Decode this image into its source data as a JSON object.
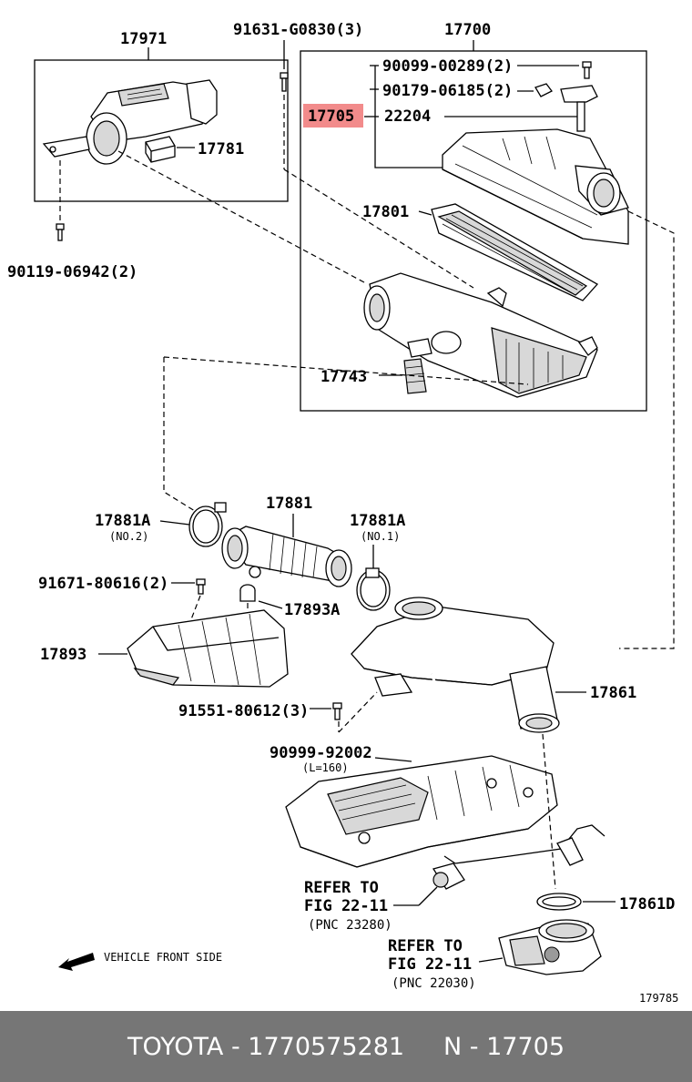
{
  "labels": {
    "l17971": "17971",
    "l17781": "17781",
    "l90119": "90119-06942(2)",
    "l91631": "91631-G0830(3)",
    "l17700": "17700",
    "l90099a": "90099-00289(2)",
    "l90179": "90179-06185(2)",
    "l17705": "17705",
    "l22204": "22204",
    "l17801": "17801",
    "l17743": "17743",
    "l17881A_2": "17881A",
    "l_no2": "(NO.2)",
    "l17881": "17881",
    "l17881A_1": "17881A",
    "l_no1": "(NO.1)",
    "l91671": "91671-80616(2)",
    "l17893A": "17893A",
    "l17893": "17893",
    "l91551": "91551-80612(3)",
    "l17861": "17861",
    "l90999": "90999-92002",
    "l_len": "(L=160)",
    "l_refer1a": "REFER TO",
    "l_refer1b": "FIG 22-11",
    "l_refer1c": "(PNC 23280)",
    "l17861D": "17861D",
    "l_refer2a": "REFER TO",
    "l_refer2b": "FIG 22-11",
    "l_refer2c": "(PNC 22030)",
    "l_front": "VEHICLE FRONT SIDE",
    "l_fig": "179785"
  },
  "highlight_color": "#f28b8b",
  "footer": {
    "brand": "TOYOTA",
    "sep1": " - ",
    "part_number": "1770575281",
    "gap": "     ",
    "n_prefix": "N",
    "sep2": " - ",
    "pnc": "17705"
  },
  "icons": {
    "front_arrow": "arrow-left-icon"
  }
}
